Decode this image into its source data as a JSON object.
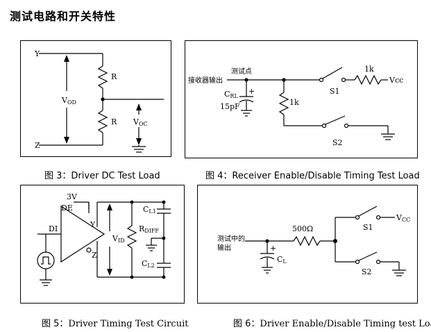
{
  "page_title": "测试电路和开关特性",
  "fig3": {
    "caption_prefix": "图 3：",
    "caption_text": "Driver DC Test Load",
    "label_y": "Y",
    "label_z": "Z",
    "label_r_top": "R",
    "label_r_bottom": "R",
    "label_vod_main": "V",
    "label_vod_sub": "OD",
    "label_voc_main": "V",
    "label_voc_sub": "OC"
  },
  "fig4": {
    "caption_prefix": "图 4：",
    "caption_text": "Receiver Enable/Disable Timing Test Load",
    "label_test_point": "测试点",
    "label_receiver_out": "接收器输出",
    "label_crl_main": "C",
    "label_crl_sub": "RL",
    "label_15pf": "15pF",
    "label_plus": "+",
    "label_1k_resistor": "1k",
    "label_1k_top": "1k",
    "label_vcc": "Vcc",
    "label_s1": "S1",
    "label_s2": "S2"
  },
  "fig5": {
    "caption_prefix": "图 5：",
    "caption_text": "Driver Timing Test Circuit",
    "label_3v": "3V",
    "label_de": "DE",
    "label_di": "DI",
    "label_y": "Y",
    "label_z": "Z",
    "label_vid_main": "V",
    "label_vid_sub": "ID",
    "label_rdiff_main": "R",
    "label_rdiff_sub": "DIFF",
    "label_cl1_main": "C",
    "label_cl1_sub": "L1",
    "label_cl2_main": "C",
    "label_cl2_sub": "L2"
  },
  "fig6": {
    "caption_prefix": "图 6：",
    "caption_text": "Driver Enable/Disable Timing test Load",
    "label_driver_out_line1": "测试中的",
    "label_driver_out_line2": "输出",
    "label_500": "500Ω",
    "label_plus": "+",
    "label_cl_main": "C",
    "label_cl_sub": "L",
    "label_vcc_main": "V",
    "label_vcc_sub": "CC",
    "label_s1": "S1",
    "label_s2": "S2"
  }
}
